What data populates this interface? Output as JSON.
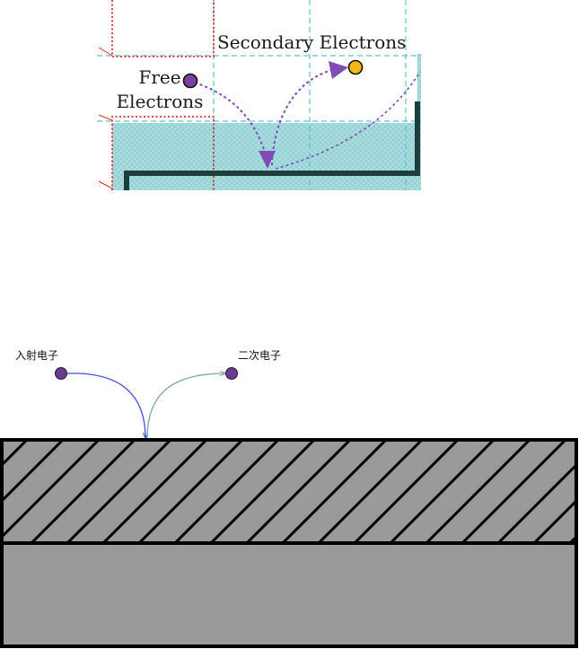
{
  "top_figure": {
    "label_free_line1": "Free",
    "label_free_line2": "Electrons",
    "label_secondary": "Secondary Electrons",
    "colors": {
      "free_electron": "#7a3fa0",
      "secondary_electron": "#f6b814",
      "arrow": "#7e4bb8",
      "grid_dash": "#5bc3d3",
      "red_dotted": "#e0302a",
      "surface_fill": "#a9dde0",
      "border_dark": "#1e3e3e"
    }
  },
  "bottom_figure": {
    "label_incident": "入射电子",
    "label_secondary": "二次电子",
    "colors": {
      "electron": "#6b3a91",
      "incident_arrow": "#3f51d8",
      "secondary_arrow": "#7ca3a6",
      "layer_fill": "#9a9a9a",
      "outline": "#000000"
    }
  }
}
